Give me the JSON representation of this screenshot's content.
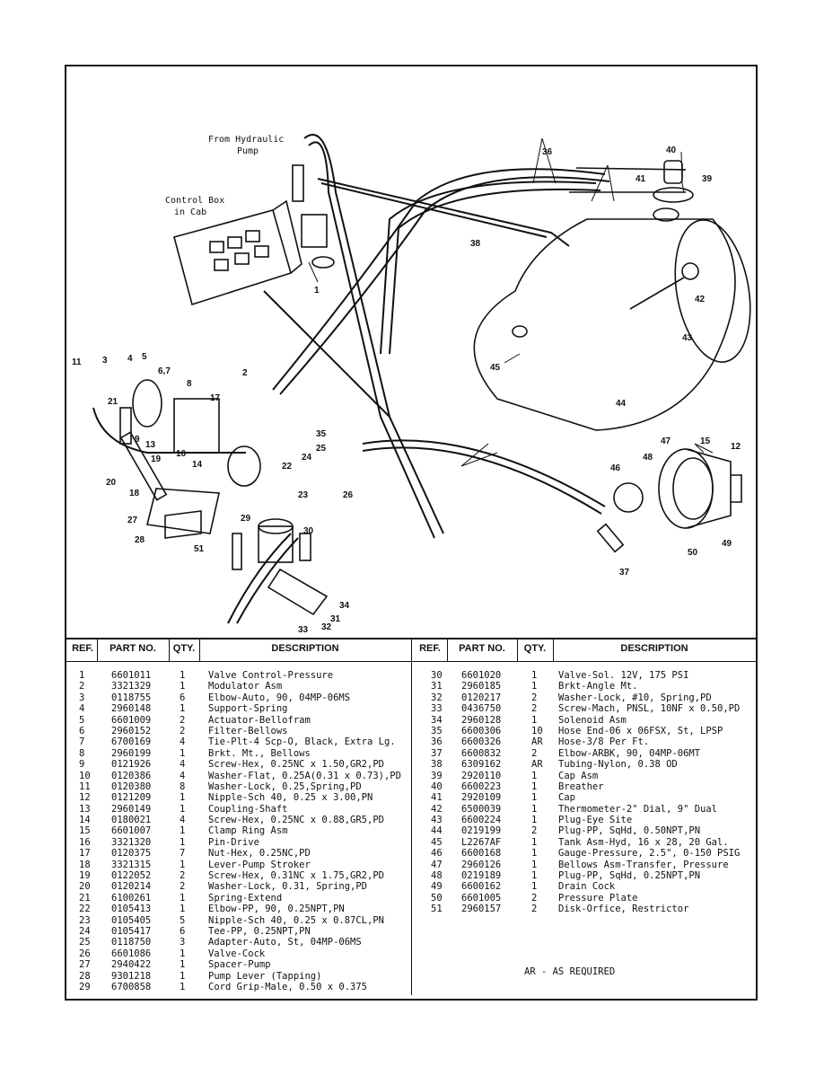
{
  "diagram": {
    "labels": {
      "from_hydraulic_pump": "From Hydraulic\nPump",
      "control_box": "Control Box\nin Cab"
    },
    "callouts": [
      "1",
      "2",
      "3",
      "4",
      "5",
      "6,7",
      "8",
      "9",
      "11",
      "12",
      "13",
      "14",
      "15",
      "16",
      "17",
      "18",
      "19",
      "20",
      "21",
      "22",
      "23",
      "24",
      "25",
      "26",
      "27",
      "28",
      "29",
      "30",
      "31",
      "32",
      "33",
      "34",
      "35",
      "36",
      "37",
      "38",
      "39",
      "40",
      "41",
      "42",
      "43",
      "44",
      "45",
      "46",
      "47",
      "48",
      "49",
      "50",
      "51"
    ]
  },
  "table": {
    "headers": {
      "ref": "REF.",
      "part": "PART NO.",
      "qty": "QTY.",
      "desc": "DESCRIPTION"
    },
    "left": [
      {
        "ref": "1",
        "part": "6601011",
        "qty": "1",
        "desc": "Valve Control-Pressure"
      },
      {
        "ref": "2",
        "part": "3321329",
        "qty": "1",
        "desc": "Modulator Asm"
      },
      {
        "ref": "3",
        "part": "0118755",
        "qty": "6",
        "desc": "Elbow-Auto, 90, 04MP-06MS"
      },
      {
        "ref": "4",
        "part": "2960148",
        "qty": "1",
        "desc": "Support-Spring"
      },
      {
        "ref": "5",
        "part": "6601009",
        "qty": "2",
        "desc": "Actuator-Bellofram"
      },
      {
        "ref": "6",
        "part": "2960152",
        "qty": "2",
        "desc": "Filter-Bellows"
      },
      {
        "ref": "7",
        "part": "6700169",
        "qty": "4",
        "desc": "Tie-Plt-4 Scp-O, Black, Extra Lg."
      },
      {
        "ref": "8",
        "part": "2960199",
        "qty": "1",
        "desc": "Brkt. Mt., Bellows"
      },
      {
        "ref": "9",
        "part": "0121926",
        "qty": "4",
        "desc": "Screw-Hex, 0.25NC x 1.50,GR2,PD"
      },
      {
        "ref": "10",
        "part": "0120386",
        "qty": "4",
        "desc": "Washer-Flat, 0.25A(0.31 x 0.73),PD"
      },
      {
        "ref": "11",
        "part": "0120380",
        "qty": "8",
        "desc": "Washer-Lock, 0.25,Spring,PD"
      },
      {
        "ref": "12",
        "part": "0121209",
        "qty": "1",
        "desc": "Nipple-Sch 40, 0.25 x 3.00,PN"
      },
      {
        "ref": "13",
        "part": "2960149",
        "qty": "1",
        "desc": "Coupling-Shaft"
      },
      {
        "ref": "14",
        "part": "0180021",
        "qty": "4",
        "desc": "Screw-Hex, 0.25NC x 0.88,GR5,PD"
      },
      {
        "ref": "15",
        "part": "6601007",
        "qty": "1",
        "desc": "Clamp Ring Asm"
      },
      {
        "ref": "16",
        "part": "3321320",
        "qty": "1",
        "desc": "Pin-Drive"
      },
      {
        "ref": "17",
        "part": "0120375",
        "qty": "7",
        "desc": "Nut-Hex, 0.25NC,PD"
      },
      {
        "ref": "18",
        "part": "3321315",
        "qty": "1",
        "desc": "Lever-Pump Stroker"
      },
      {
        "ref": "19",
        "part": "0122052",
        "qty": "2",
        "desc": "Screw-Hex, 0.31NC x 1.75,GR2,PD"
      },
      {
        "ref": "20",
        "part": "0120214",
        "qty": "2",
        "desc": "Washer-Lock, 0.31, Spring,PD"
      },
      {
        "ref": "21",
        "part": "6100261",
        "qty": "1",
        "desc": "Spring-Extend"
      },
      {
        "ref": "22",
        "part": "0105413",
        "qty": "1",
        "desc": "Elbow-PP, 90, 0.25NPT,PN"
      },
      {
        "ref": "23",
        "part": "0105405",
        "qty": "5",
        "desc": "Nipple-Sch 40, 0.25 x 0.87CL,PN"
      },
      {
        "ref": "24",
        "part": "0105417",
        "qty": "6",
        "desc": "Tee-PP, 0.25NPT,PN"
      },
      {
        "ref": "25",
        "part": "0118750",
        "qty": "3",
        "desc": "Adapter-Auto, St, 04MP-06MS"
      },
      {
        "ref": "26",
        "part": "6601086",
        "qty": "1",
        "desc": "Valve-Cock"
      },
      {
        "ref": "27",
        "part": "2940422",
        "qty": "1",
        "desc": "Spacer-Pump"
      },
      {
        "ref": "28",
        "part": "9301218",
        "qty": "1",
        "desc": "Pump Lever (Tapping)"
      },
      {
        "ref": "29",
        "part": "6700858",
        "qty": "1",
        "desc": "Cord Grip-Male, 0.50 x 0.375"
      }
    ],
    "right": [
      {
        "ref": "30",
        "part": "6601020",
        "qty": "1",
        "desc": "Valve-Sol. 12V, 175 PSI"
      },
      {
        "ref": "31",
        "part": "2960185",
        "qty": "1",
        "desc": "Brkt-Angle Mt."
      },
      {
        "ref": "32",
        "part": "0120217",
        "qty": "2",
        "desc": "Washer-Lock, #10, Spring,PD"
      },
      {
        "ref": "33",
        "part": "0436750",
        "qty": "2",
        "desc": "Screw-Mach, PNSL, 10NF x 0.50,PD"
      },
      {
        "ref": "34",
        "part": "2960128",
        "qty": "1",
        "desc": "Solenoid Asm"
      },
      {
        "ref": "35",
        "part": "6600306",
        "qty": "10",
        "desc": "Hose End-06 x 06FSX, St, LPSP"
      },
      {
        "ref": "36",
        "part": "6600326",
        "qty": "AR",
        "desc": "Hose-3/8 Per Ft."
      },
      {
        "ref": "37",
        "part": "6600832",
        "qty": "2",
        "desc": "Elbow-ARBK, 90, 04MP-06MT"
      },
      {
        "ref": "38",
        "part": "6309162",
        "qty": "AR",
        "desc": "Tubing-Nylon, 0.38 OD"
      },
      {
        "ref": "39",
        "part": "2920110",
        "qty": "1",
        "desc": "Cap Asm"
      },
      {
        "ref": "40",
        "part": "6600223",
        "qty": "1",
        "desc": "Breather"
      },
      {
        "ref": "41",
        "part": "2920109",
        "qty": "1",
        "desc": "Cap"
      },
      {
        "ref": "42",
        "part": "6500039",
        "qty": "1",
        "desc": "Thermometer-2\" Dial, 9\" Dual"
      },
      {
        "ref": "43",
        "part": "6600224",
        "qty": "1",
        "desc": "Plug-Eye Site"
      },
      {
        "ref": "44",
        "part": "0219199",
        "qty": "2",
        "desc": "Plug-PP, SqHd, 0.50NPT,PN"
      },
      {
        "ref": "45",
        "part": "L2267AF",
        "qty": "1",
        "desc": "Tank Asm-Hyd, 16 x 28, 20 Gal."
      },
      {
        "ref": "46",
        "part": "6600168",
        "qty": "1",
        "desc": "Gauge-Pressure, 2.5\", 0-150 PSIG"
      },
      {
        "ref": "47",
        "part": "2960126",
        "qty": "1",
        "desc": "Bellows Asm-Transfer, Pressure"
      },
      {
        "ref": "48",
        "part": "0219189",
        "qty": "1",
        "desc": "Plug-PP, SqHd, 0.25NPT,PN"
      },
      {
        "ref": "49",
        "part": "6600162",
        "qty": "1",
        "desc": "Drain Cock"
      },
      {
        "ref": "50",
        "part": "6601005",
        "qty": "2",
        "desc": "Pressure Plate"
      },
      {
        "ref": "51",
        "part": "2960157",
        "qty": "2",
        "desc": "Disk-Orfice, Restrictor"
      }
    ],
    "note": "AR - AS REQUIRED"
  }
}
